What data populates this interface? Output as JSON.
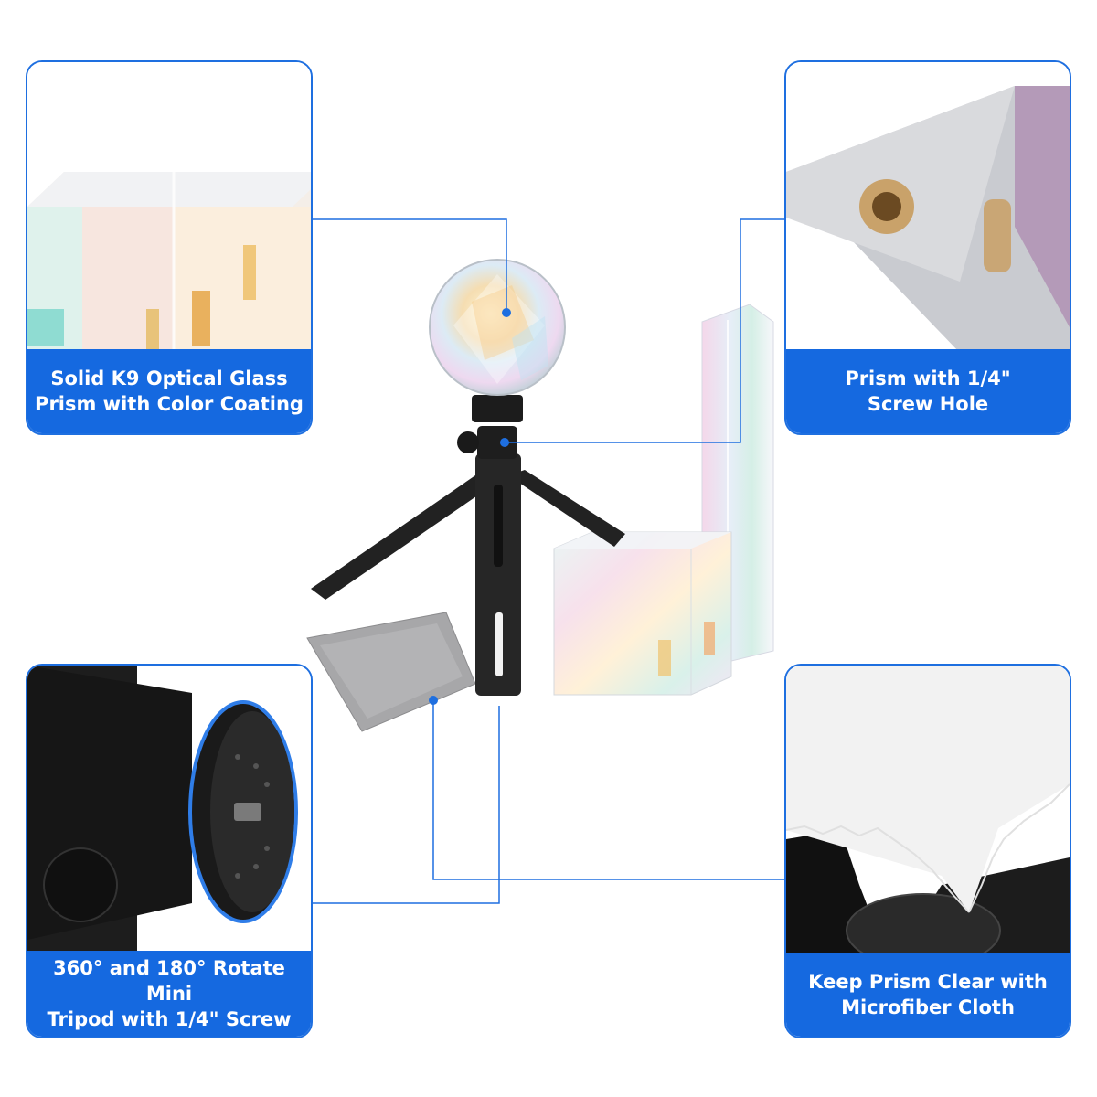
{
  "features": {
    "top_left": {
      "line1": "Solid K9 Optical Glass",
      "line2": "Prism with Color Coating",
      "icon": "glass-cube-prism-icon"
    },
    "top_right": {
      "line1": "Prism with 1/4\"",
      "line2": "Screw Hole",
      "icon": "screw-hole-icon"
    },
    "bottom_left": {
      "line1": "360° and 180° Rotate Mini",
      "line2": "Tripod with 1/4\" Screw",
      "icon": "tripod-head-icon"
    },
    "bottom_right": {
      "line1": "Keep Prism Clear with",
      "line2": "Microfiber Cloth",
      "icon": "microfiber-cloth-icon"
    }
  },
  "colors": {
    "accent": "#1569e0",
    "border": "#1e6fe0",
    "connector": "#1e6fe0"
  }
}
